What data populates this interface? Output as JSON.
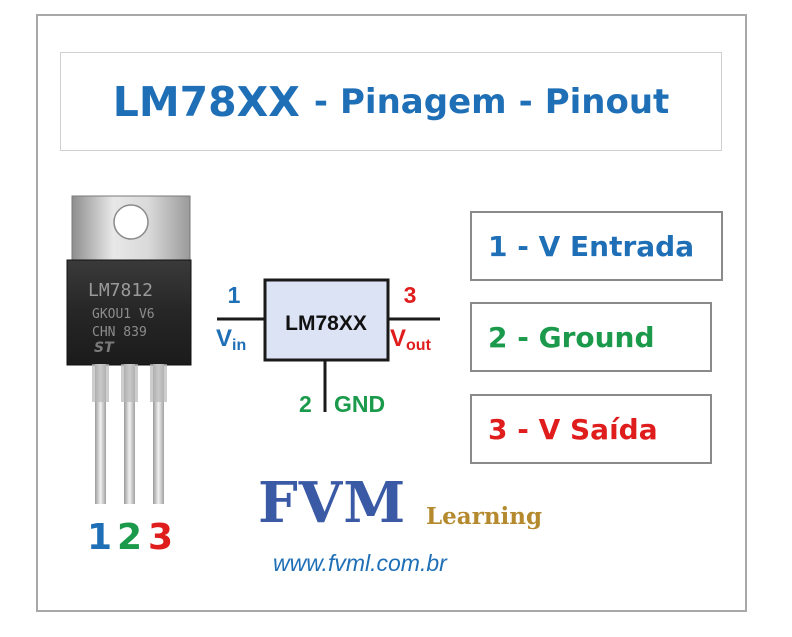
{
  "title": {
    "main": "LM78XX",
    "separator": "-",
    "sub1": "Pinagem",
    "sub2": "Pinout"
  },
  "photo": {
    "chip_text_line1": "LM7812",
    "chip_text_line2": "GKOU1 V6",
    "chip_text_line3": "CHN 839",
    "pin_numbers": [
      "1",
      "2",
      "3"
    ]
  },
  "schematic": {
    "ic_label": "LM78XX",
    "pin1_number": "1",
    "pin1_label_main": "V",
    "pin1_label_sub": "in",
    "pin3_number": "3",
    "pin3_label_main": "V",
    "pin3_label_sub": "out",
    "pin2_number": "2",
    "pin2_label": "GND"
  },
  "pin_descriptions": [
    {
      "text": "1 - V Entrada"
    },
    {
      "text": "2 - Ground"
    },
    {
      "text": "3 - V Saída"
    }
  ],
  "brand": {
    "name": "FVM",
    "tagline": "Learning",
    "url": "www.fvml.com.br"
  },
  "colors": {
    "blue": "#1f6fb7",
    "green": "#1a9a4a",
    "red": "#e01d1d",
    "ic_fill": "#dce3f5",
    "brand_blue": "#3a5aa6",
    "brand_gold": "#b58a2e"
  }
}
